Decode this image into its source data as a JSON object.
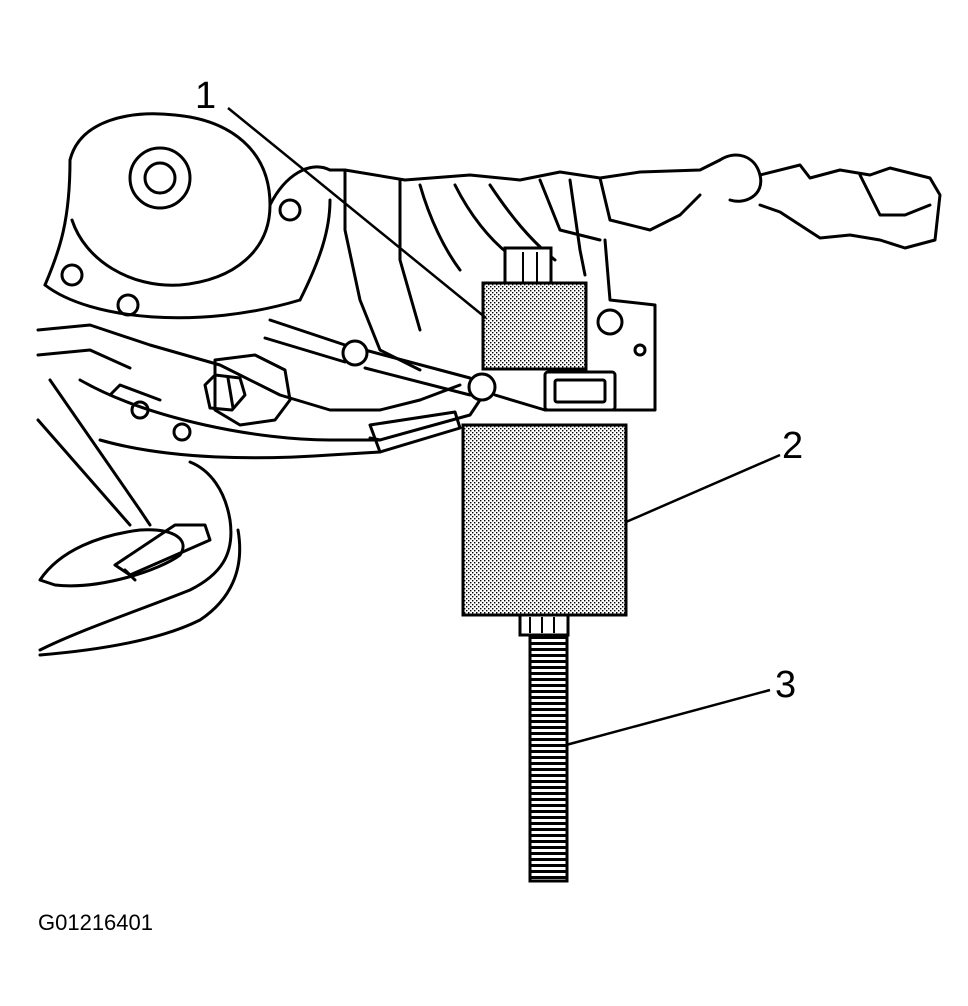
{
  "figure": {
    "id": "G01216401",
    "callouts": [
      {
        "number": "1",
        "part": "upper-block"
      },
      {
        "number": "2",
        "part": "puller-body"
      },
      {
        "number": "3",
        "part": "threaded-rod"
      }
    ]
  }
}
